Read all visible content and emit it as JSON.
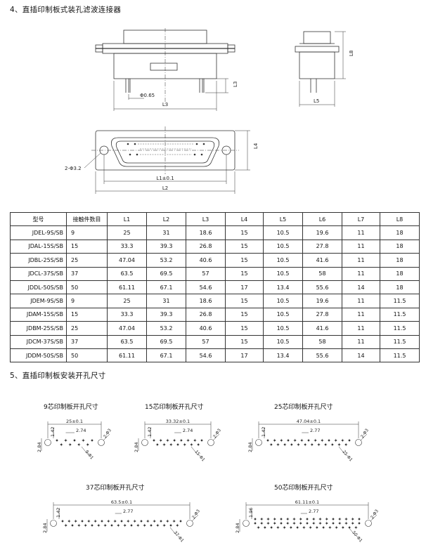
{
  "section4": {
    "title": "4、直插印制板式装孔滤波连接器"
  },
  "drawing": {
    "dim_L3": "L3",
    "dim_L3_small": "L3",
    "dim_L5": "L5",
    "dim_L8": "L8",
    "dim_L4": "L4",
    "dim_L1": "L1±0.1",
    "dim_L2": "L2",
    "dim_pin_dia": "Φ0.65",
    "dim_holes": "2-Φ3.2"
  },
  "table": {
    "headers": [
      "型号",
      "接触件数目",
      "L1",
      "L2",
      "L3",
      "L4",
      "L5",
      "L6",
      "L7",
      "L8"
    ],
    "rows": [
      [
        "JDEL-9S/SB",
        "9",
        "25",
        "31",
        "18.6",
        "15",
        "10.5",
        "19.6",
        "11",
        "18"
      ],
      [
        "JDAL-15S/SB",
        "15",
        "33.3",
        "39.3",
        "26.8",
        "15",
        "10.5",
        "27.8",
        "11",
        "18"
      ],
      [
        "JDBL-25S/SB",
        "25",
        "47.04",
        "53.2",
        "40.6",
        "15",
        "10.5",
        "41.6",
        "11",
        "18"
      ],
      [
        "JDCL-37S/SB",
        "37",
        "63.5",
        "69.5",
        "57",
        "15",
        "10.5",
        "58",
        "11",
        "18"
      ],
      [
        "JDDL-50S/SB",
        "50",
        "61.11",
        "67.1",
        "54.6",
        "17",
        "13.4",
        "55.6",
        "14",
        "18"
      ],
      [
        "JDEM-9S/SB",
        "9",
        "25",
        "31",
        "18.6",
        "15",
        "10.5",
        "19.6",
        "11",
        "11.5"
      ],
      [
        "JDAM-15S/SB",
        "15",
        "33.3",
        "39.3",
        "26.8",
        "15",
        "10.5",
        "27.8",
        "11",
        "11.5"
      ],
      [
        "JDBM-25S/SB",
        "25",
        "47.04",
        "53.2",
        "40.6",
        "15",
        "10.5",
        "41.6",
        "11",
        "11.5"
      ],
      [
        "JDCM-37S/SB",
        "37",
        "63.5",
        "69.5",
        "57",
        "15",
        "10.5",
        "58",
        "11",
        "11.5"
      ],
      [
        "JDDM-50S/SB",
        "50",
        "61.11",
        "67.1",
        "54.6",
        "17",
        "13.4",
        "55.6",
        "14",
        "11.5"
      ]
    ]
  },
  "section5": {
    "title": "5、直插印制板安装开孔尺寸"
  },
  "cutouts": [
    {
      "caption": "9芯印制板开孔尺寸",
      "width": "25±0.1",
      "pitch": "2.74",
      "row": "1.42",
      "height": "2.84",
      "holes": "2-Φ3",
      "pin": "9-Φ1"
    },
    {
      "caption": "15芯印制板开孔尺寸",
      "width": "33.32±0.1",
      "pitch": "2.74",
      "row": "1.42",
      "height": "2.84",
      "holes": "2-Φ3",
      "pin": "15-Φ1"
    },
    {
      "caption": "25芯印制板开孔尺寸",
      "width": "47.04±0.1",
      "pitch": "2.77",
      "row": "1.42",
      "height": "2.84",
      "holes": "2-Φ3",
      "pin": "25-Φ1"
    },
    {
      "caption": "37芯印制板开孔尺寸",
      "width": "63.5±0.1",
      "pitch": "2.77",
      "row": "1.42",
      "height": "2.84",
      "holes": "2-Φ3",
      "pin": "37-Φ1"
    },
    {
      "caption": "50芯印制板开孔尺寸",
      "width": "61.11±0.1",
      "pitch": "2.77",
      "row": "1.96",
      "height": "2.84",
      "holes": "2-Φ3",
      "pin": "50-Φ1"
    }
  ]
}
